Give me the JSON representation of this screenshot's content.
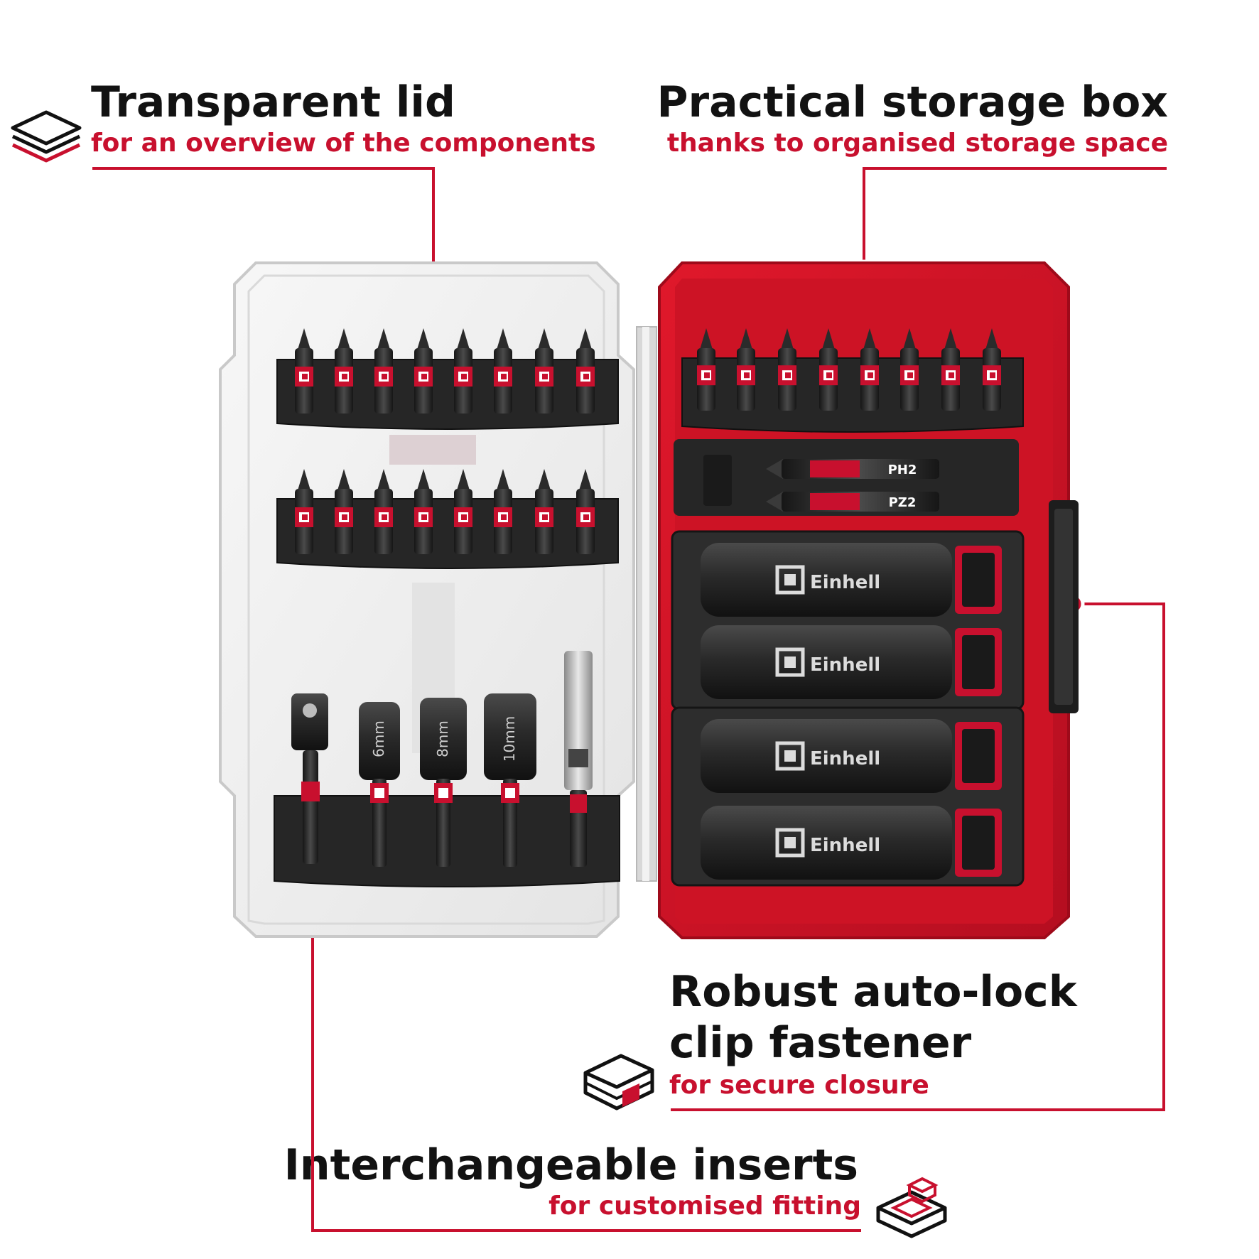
{
  "colors": {
    "brand_red": "#c8102e",
    "title_text": "#121212",
    "case_red": "#d11526",
    "insert_black": "#2a2a2a",
    "lid_clear": "#eeeeee"
  },
  "features": {
    "transparent_lid": {
      "title": "Transparent lid",
      "subtitle": "for an overview of the components",
      "icon": "stacked-lid-icon"
    },
    "storage_box": {
      "title": "Practical storage box",
      "subtitle": "thanks to organised storage space"
    },
    "auto_lock": {
      "title": "Robust auto-lock\nclip fastener",
      "subtitle": "for secure closure",
      "icon": "clip-case-icon"
    },
    "inserts": {
      "title": "Interchangeable inserts",
      "subtitle": "for customised fitting",
      "icon": "insert-tray-icon"
    }
  },
  "product": {
    "brand_label": "Einhell",
    "nut_setter_sizes": [
      "6mm",
      "8mm",
      "10mm"
    ],
    "double_bits": [
      "PH2",
      "PZ2"
    ],
    "socket_count": 4
  }
}
